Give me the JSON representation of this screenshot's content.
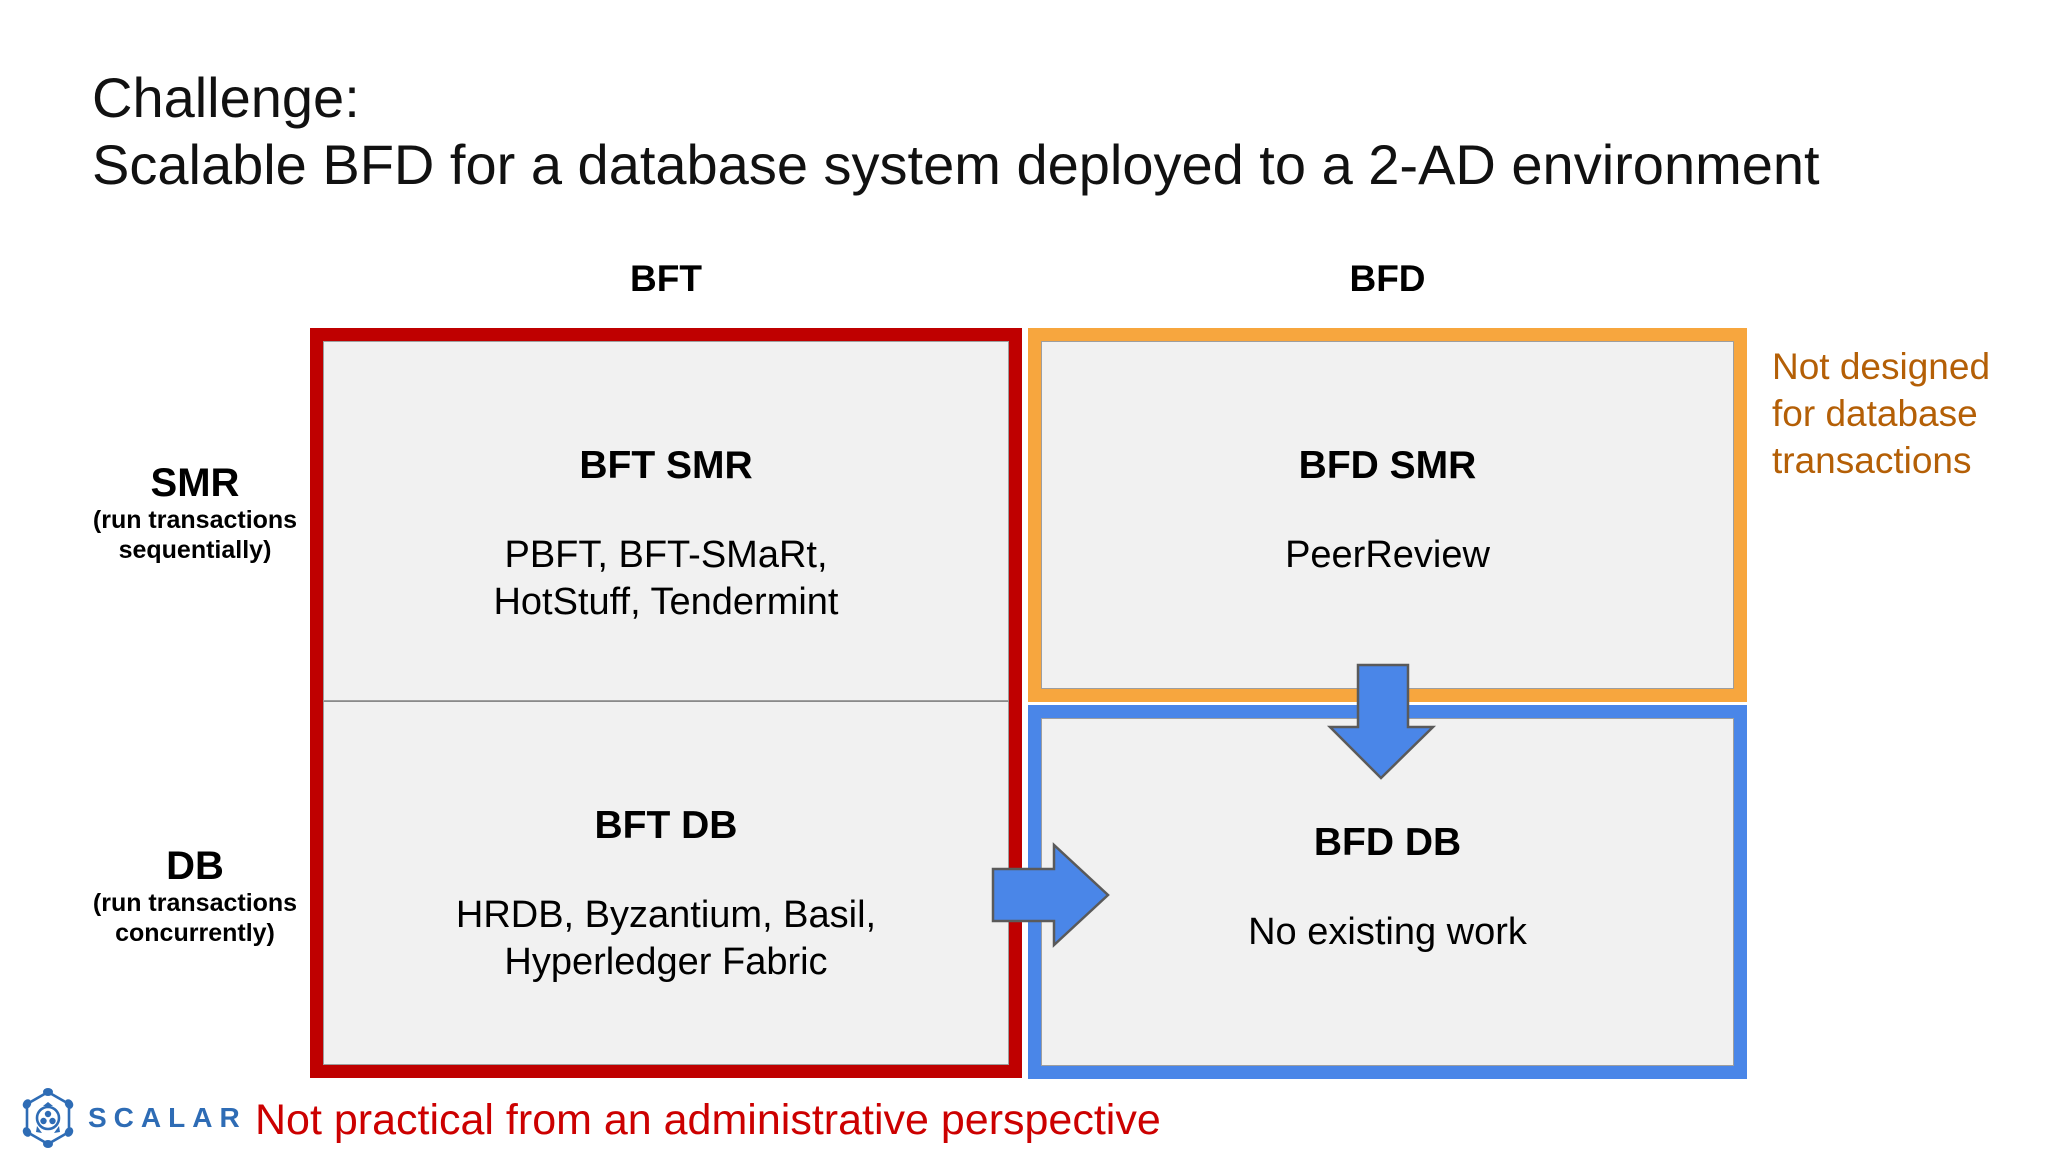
{
  "slide": {
    "title": "Challenge:\nScalable BFD for a database system deployed to a 2-AD environment"
  },
  "matrix": {
    "col_headers": {
      "left": "BFT",
      "right": "BFD"
    },
    "row_headers": {
      "top": {
        "label": "SMR",
        "sub": "(run transactions\nsequentially)"
      },
      "bottom": {
        "label": "DB",
        "sub": "(run transactions\nconcurrently)"
      }
    },
    "cells": {
      "bft_smr": {
        "title": "BFT SMR",
        "body": "PBFT, BFT-SMaRt,\nHotStuff, Tendermint"
      },
      "bfd_smr": {
        "title": "BFD SMR",
        "body": "PeerReview"
      },
      "bft_db": {
        "title": "BFT DB",
        "body": "HRDB, Byzantium, Basil,\nHyperledger Fabric"
      },
      "bfd_db": {
        "title": "BFD DB",
        "body": "No existing work"
      }
    }
  },
  "annotations": {
    "right_note": "Not designed\nfor database\ntransactions",
    "bottom_note": "Not practical from an administrative perspective"
  },
  "logo": {
    "name": "SCALAR"
  },
  "colors": {
    "bft_frame_red": "#bf0000",
    "bfd_smr_frame_orange": "#f7a63e",
    "bfd_db_frame_blue": "#4a86e8",
    "arrow_blue": "#4a86e8",
    "right_note_brown": "#b45f06",
    "bottom_note_red": "#cc0000",
    "logo_blue": "#2e6cb5",
    "cell_fill_gray": "#f1f1f1"
  }
}
